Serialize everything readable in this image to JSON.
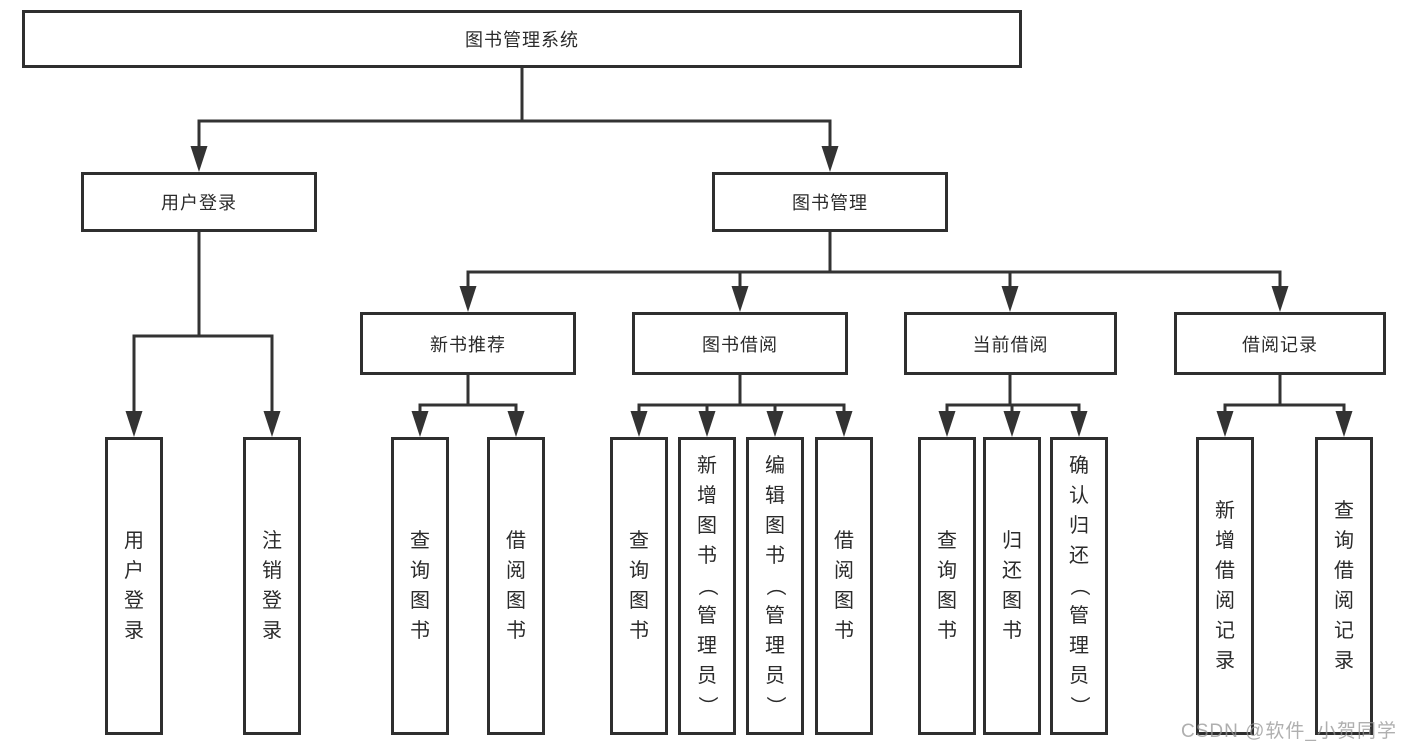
{
  "diagram": {
    "title": "图书管理系统",
    "root": {
      "label": "图书管理系统"
    },
    "branches": [
      {
        "label": "用户登录",
        "leaves": [
          {
            "label": "用户登录"
          },
          {
            "label": "注销登录"
          }
        ]
      },
      {
        "label": "图书管理",
        "children": [
          {
            "label": "新书推荐",
            "leaves": [
              {
                "label": "查询图书"
              },
              {
                "label": "借阅图书"
              }
            ]
          },
          {
            "label": "图书借阅",
            "leaves": [
              {
                "label": "查询图书"
              },
              {
                "label": "新增图书（管理员）"
              },
              {
                "label": "编辑图书（管理员）"
              },
              {
                "label": "借阅图书"
              }
            ]
          },
          {
            "label": "当前借阅",
            "leaves": [
              {
                "label": "查询图书"
              },
              {
                "label": "归还图书"
              },
              {
                "label": "确认归还（管理员）"
              }
            ]
          },
          {
            "label": "借阅记录",
            "leaves": [
              {
                "label": "新增借阅记录"
              },
              {
                "label": "查询借阅记录"
              }
            ]
          }
        ]
      }
    ]
  },
  "watermark": "CSDN @软件_小贺同学",
  "colors": {
    "line": "#333333",
    "border": "#2f2f2f",
    "text": "#2b2b2b",
    "watermark": "#949494",
    "background": "#ffffff"
  }
}
